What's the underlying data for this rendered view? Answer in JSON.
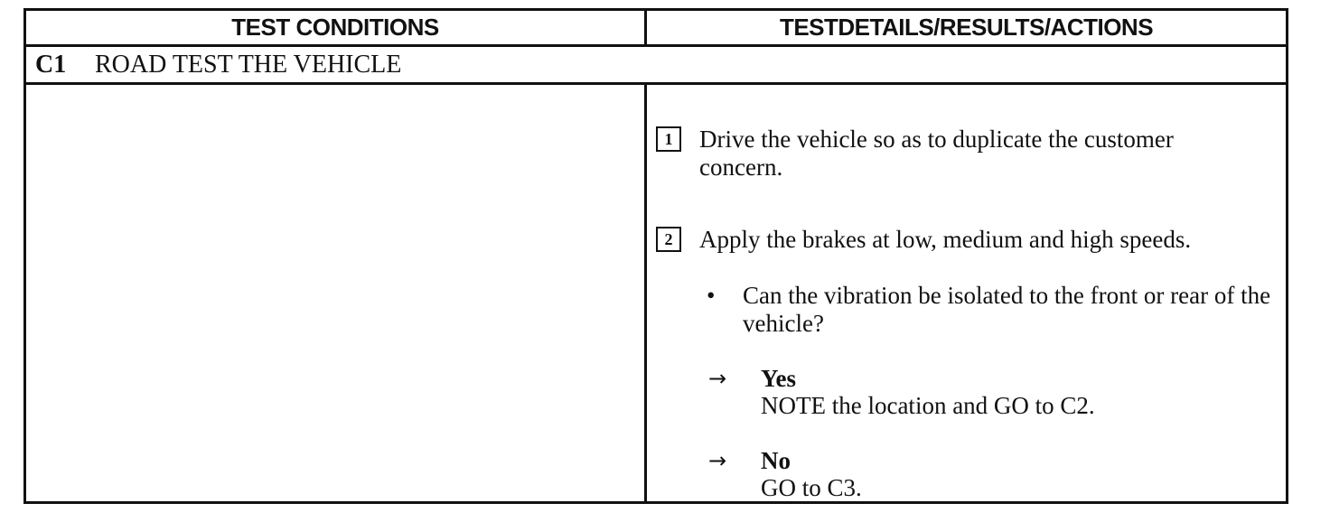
{
  "headers": {
    "left": "TEST CONDITIONS",
    "right": "TESTDETAILS/RESULTS/ACTIONS"
  },
  "section": {
    "code": "C1",
    "title": "ROAD TEST THE VEHICLE"
  },
  "steps": [
    {
      "num": "1",
      "text": "Drive the vehicle so as to duplicate the customer concern."
    },
    {
      "num": "2",
      "text": "Apply the brakes at low, medium and high speeds."
    }
  ],
  "bullet": {
    "symbol": "•",
    "text": "Can the vibration be isolated to the front or rear of the vehicle?"
  },
  "answers": [
    {
      "arrow": "→",
      "label": "Yes",
      "action": "NOTE the location and GO to C2."
    },
    {
      "arrow": "→",
      "label": "No",
      "action": "GO to C3."
    }
  ]
}
